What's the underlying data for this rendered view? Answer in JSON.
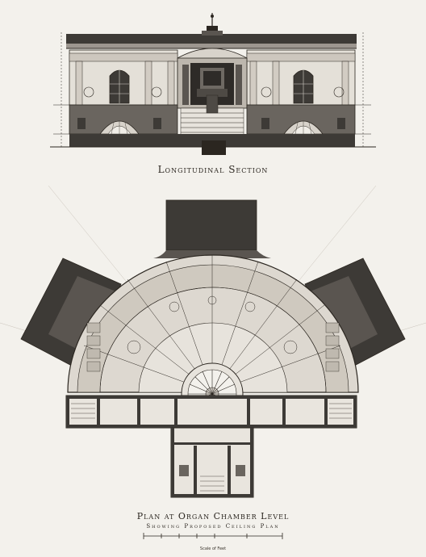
{
  "drawing": {
    "section_title": "Longitudinal Section",
    "plan_title": "Plan at Organ Chamber Level",
    "plan_subtitle": "Showing Proposed Ceiling Plan",
    "scale_label": "Scale of Feet"
  },
  "colors": {
    "paper": "#f3f1ec",
    "ink": "#2b2620",
    "wash_dark": "#3d3a36",
    "wash_mid": "#8a8580",
    "wash_light": "#d8d3cb"
  }
}
